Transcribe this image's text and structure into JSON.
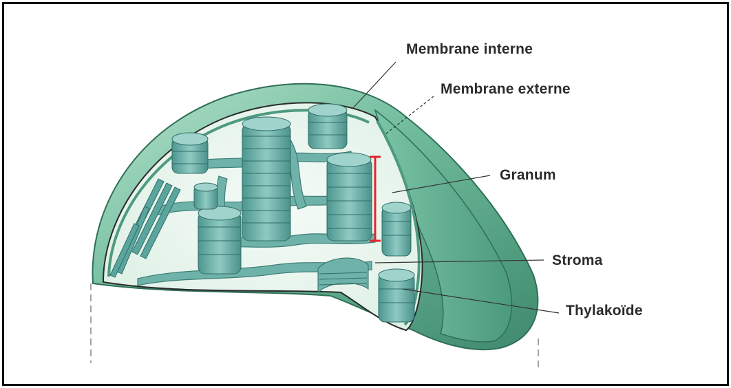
{
  "labels": {
    "membrane_interne": "Membrane interne",
    "membrane_externe": "Membrane externe",
    "granum": "Granum",
    "stroma": "Stroma",
    "thylakoide": "Thylakoïde"
  },
  "colors": {
    "envelope": "#5fae8f",
    "envelope_dark": "#3f8a6e",
    "envelope_light": "#a9dcc6",
    "stroma_bg": "#eef7f1",
    "thylakoid": "#5aa59e",
    "thylakoid_light": "#9fd3cb",
    "granum_marker": "#e0262b",
    "leader_line": "#333333",
    "frame": "#111111"
  },
  "icons": [
    "chloroplast-illustration"
  ]
}
